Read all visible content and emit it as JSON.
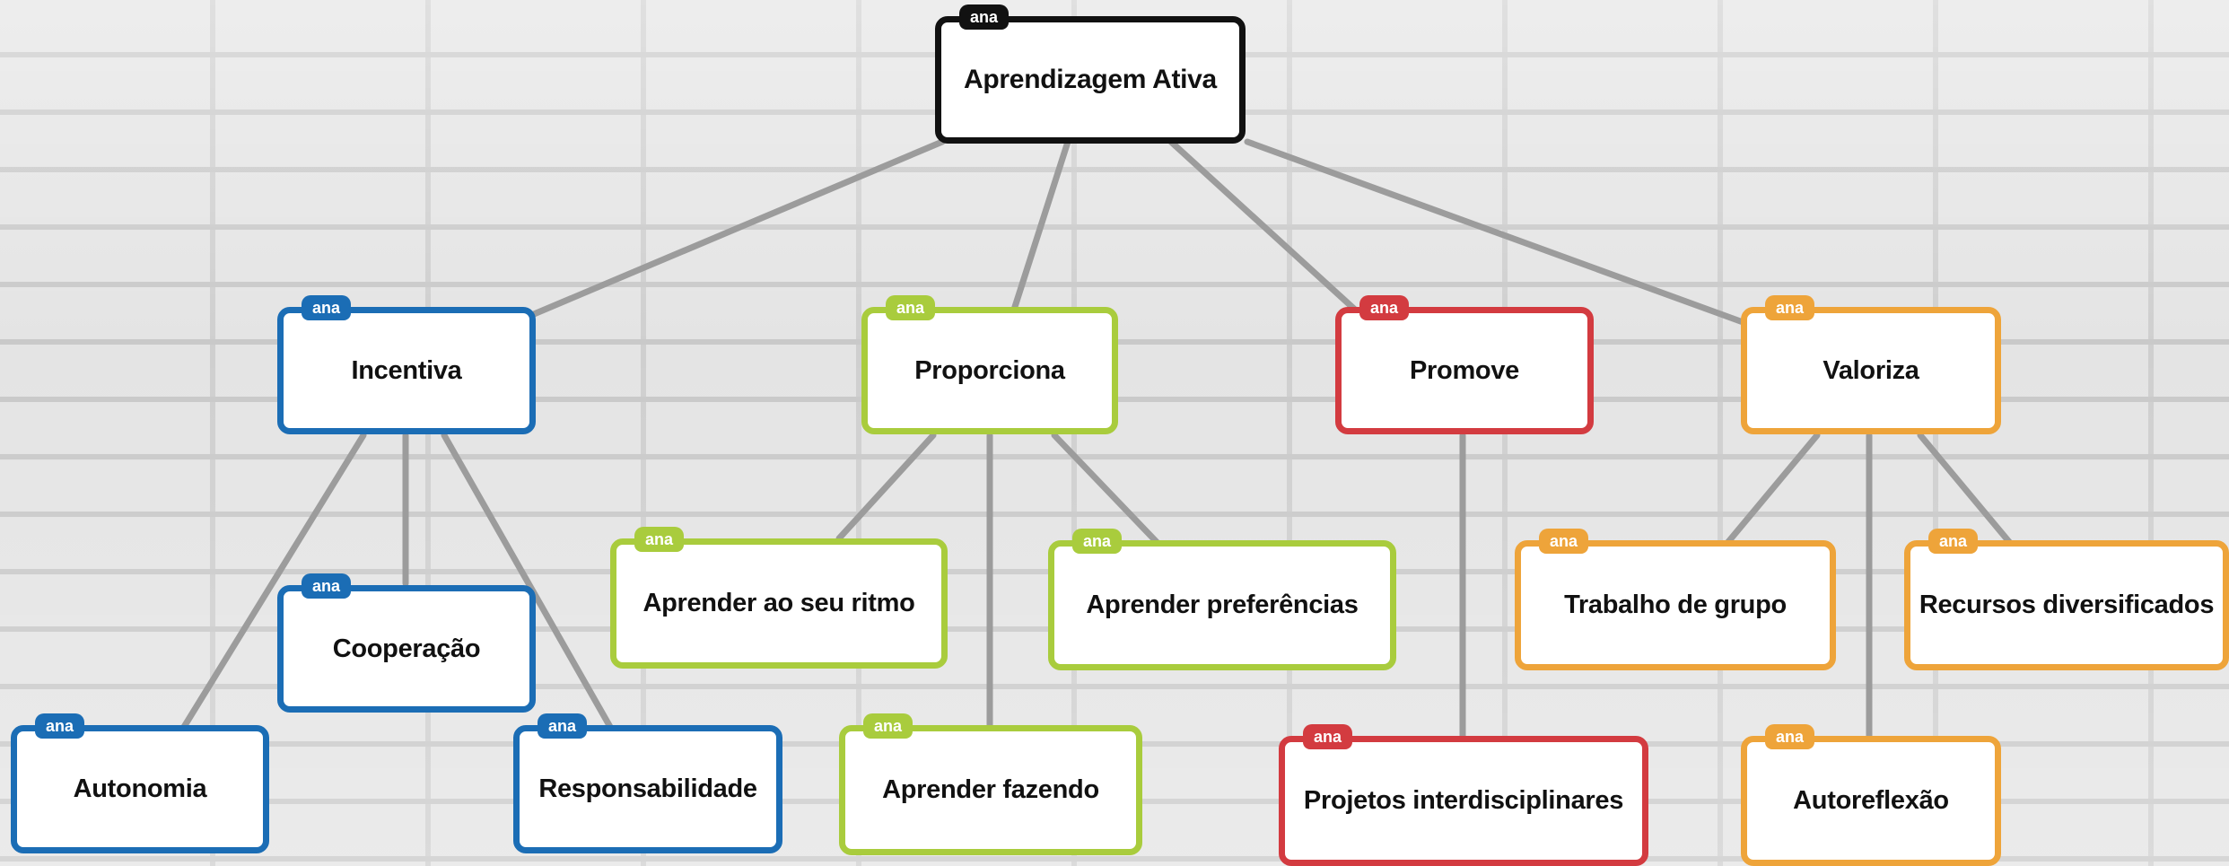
{
  "tag_text": "ana",
  "colors": {
    "root": "#111111",
    "blue": "#1b6db5",
    "green": "#a9cc3d",
    "red": "#d33b40",
    "orange": "#eea43a",
    "line": "#9c9c9c"
  },
  "nodes": {
    "root": "Aprendizagem Ativa",
    "incentiva": "Incentiva",
    "proporciona": "Proporciona",
    "promove": "Promove",
    "valoriza": "Valoriza",
    "cooperacao": "Cooperação",
    "autonomia": "Autonomia",
    "responsabilidade": "Responsabilidade",
    "aprender_ritmo": "Aprender ao seu ritmo",
    "aprender_preferencias": "Aprender preferências",
    "aprender_fazendo": "Aprender fazendo",
    "projetos": "Projetos interdisciplinares",
    "trabalho_grupo": "Trabalho de grupo",
    "recursos": "Recursos diversificados",
    "autoreflexao": "Autoreflexão"
  }
}
